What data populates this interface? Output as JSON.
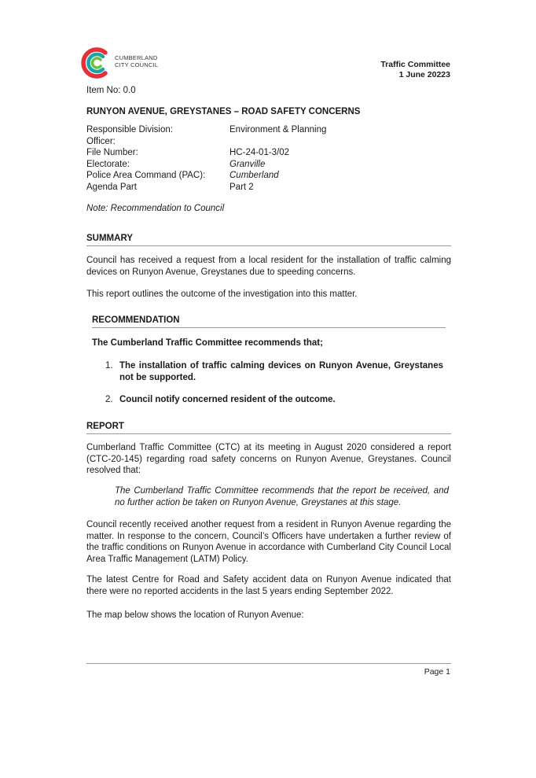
{
  "header": {
    "logo_line1": "CUMBERLAND",
    "logo_line2": "CITY COUNCIL",
    "committee": "Traffic Committee",
    "date": "1 June 20223"
  },
  "item_no": "Item No: 0.0",
  "title": "RUNYON AVENUE, GREYSTANES  – ROAD SAFETY CONCERNS",
  "meta": [
    {
      "label": "Responsible Division:",
      "value": "Environment & Planning",
      "italic": false
    },
    {
      "label": "Officer:",
      "value": "",
      "italic": false
    },
    {
      "label": "File Number:",
      "value": "HC-24-01-3/02",
      "italic": false
    },
    {
      "label": "Electorate:",
      "value": "Granville",
      "italic": true
    },
    {
      "label": "Police Area Command (PAC):",
      "value": "Cumberland",
      "italic": true
    },
    {
      "label": "Agenda Part",
      "value": "Part 2",
      "italic": false
    }
  ],
  "note": "Note: Recommendation to Council",
  "summary": {
    "heading": "SUMMARY",
    "p1": "Council has received a request from a local resident for the installation of traffic calming devices on Runyon Avenue, Greystanes due to speeding concerns.",
    "p2": "This report outlines the outcome of the investigation into this matter."
  },
  "recommendation": {
    "heading": "RECOMMENDATION",
    "lead": "The Cumberland Traffic Committee recommends that;",
    "items": [
      {
        "num": "1.",
        "text": "The installation of traffic calming devices on Runyon Avenue, Greystanes not be supported."
      },
      {
        "num": "2.",
        "text": "Council notify concerned resident of the outcome."
      }
    ]
  },
  "report": {
    "heading": "REPORT",
    "p1": "Cumberland Traffic Committee (CTC) at its meeting in August 2020 considered a report (CTC-20-145) regarding road safety concerns on Runyon Avenue, Greystanes. Council resolved that:",
    "quote": "The Cumberland Traffic Committee recommends that the report be received, and no further action be taken on Runyon Avenue, Greystanes at this stage.",
    "p2": "Council recently received another request from a resident in Runyon Avenue regarding the matter. In response to the concern, Council’s Officers have undertaken a further review of the traffic conditions on Runyon Avenue in accordance with Cumberland City Council Local Area Traffic Management (LATM) Policy.",
    "p3": "The latest Centre for Road and Safety accident data on Runyon Avenue indicated that there were no reported accidents in the last 5 years ending September 2022.",
    "p4": "The map below shows the location of Runyon Avenue:"
  },
  "footer": {
    "page": "Page 1"
  },
  "colors": {
    "logo_red": "#e2313b",
    "logo_teal": "#1aa6a0",
    "logo_green": "#6dbe45",
    "rule": "#9a9a9a"
  }
}
